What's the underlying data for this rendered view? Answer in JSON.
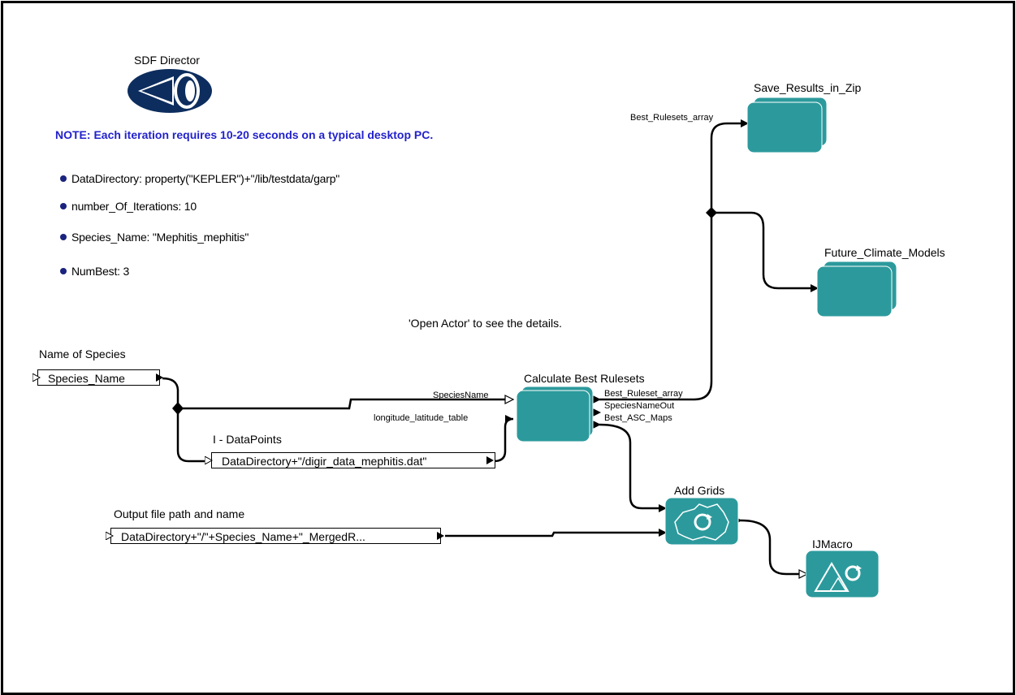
{
  "director": {
    "label": "SDF Director"
  },
  "note": "NOTE: Each iteration requires 10-20 seconds on a typical desktop PC.",
  "parameters": [
    {
      "text": "DataDirectory: property(\"KEPLER\")+\"/lib/testdata/garp\""
    },
    {
      "text": "number_Of_Iterations: 10"
    },
    {
      "text": "Species_Name: \"Mephitis_mephitis\""
    },
    {
      "text": "NumBest: 3"
    }
  ],
  "hint": "'Open Actor' to see the details.",
  "constants": {
    "species": {
      "title": "Name of Species",
      "value": "Species_Name"
    },
    "datapoints": {
      "title": "I - DataPoints",
      "value": "DataDirectory+\"/digir_data_mephitis.dat\""
    },
    "output": {
      "title": "Output file path and name",
      "value": "DataDirectory+\"/\"+Species_Name+\"_MergedR..."
    }
  },
  "actors": {
    "calc": {
      "title": "Calculate Best Rulesets",
      "inputs": [
        "SpeciesName",
        "longitude_latitude_table"
      ],
      "outputs": [
        "Best_Ruleset_array",
        "SpeciesNameOut",
        "Best_ASC_Maps"
      ]
    },
    "save": {
      "title": "Save_Results_in_Zip",
      "input": "Best_Rulesets_array"
    },
    "future": {
      "title": "Future_Climate_Models"
    },
    "grids": {
      "title": "Add Grids"
    },
    "ijmacro": {
      "title": "IJMacro"
    }
  },
  "colors": {
    "actor": "#2c9a9c",
    "note": "#2222cc",
    "director": "#0d2d5e"
  }
}
